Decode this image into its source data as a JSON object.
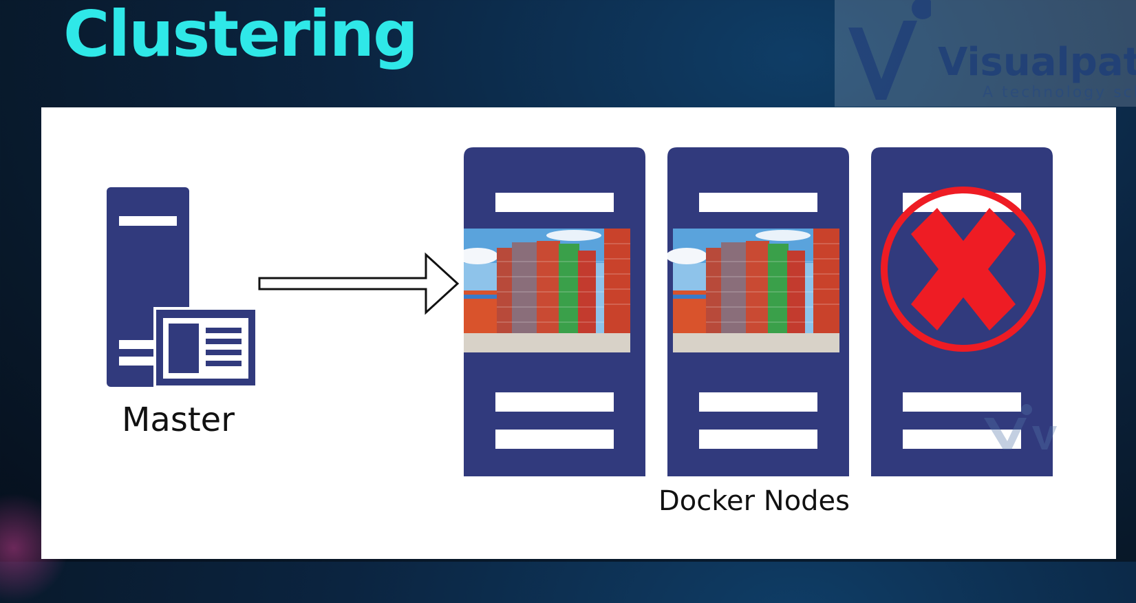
{
  "slide": {
    "title": "Clustering"
  },
  "brand": {
    "name": "Visualpath",
    "tagline": "A technology school"
  },
  "diagram": {
    "master_label": "Master",
    "nodes_label": "Docker Nodes",
    "nodes": [
      {
        "status": "running",
        "content": "containers-image"
      },
      {
        "status": "running",
        "content": "containers-image"
      },
      {
        "status": "failed",
        "content": "red-x-icon"
      }
    ]
  },
  "colors": {
    "title": "#2fe8e8",
    "server": "#313a7d",
    "failed": "#ee1c24"
  }
}
